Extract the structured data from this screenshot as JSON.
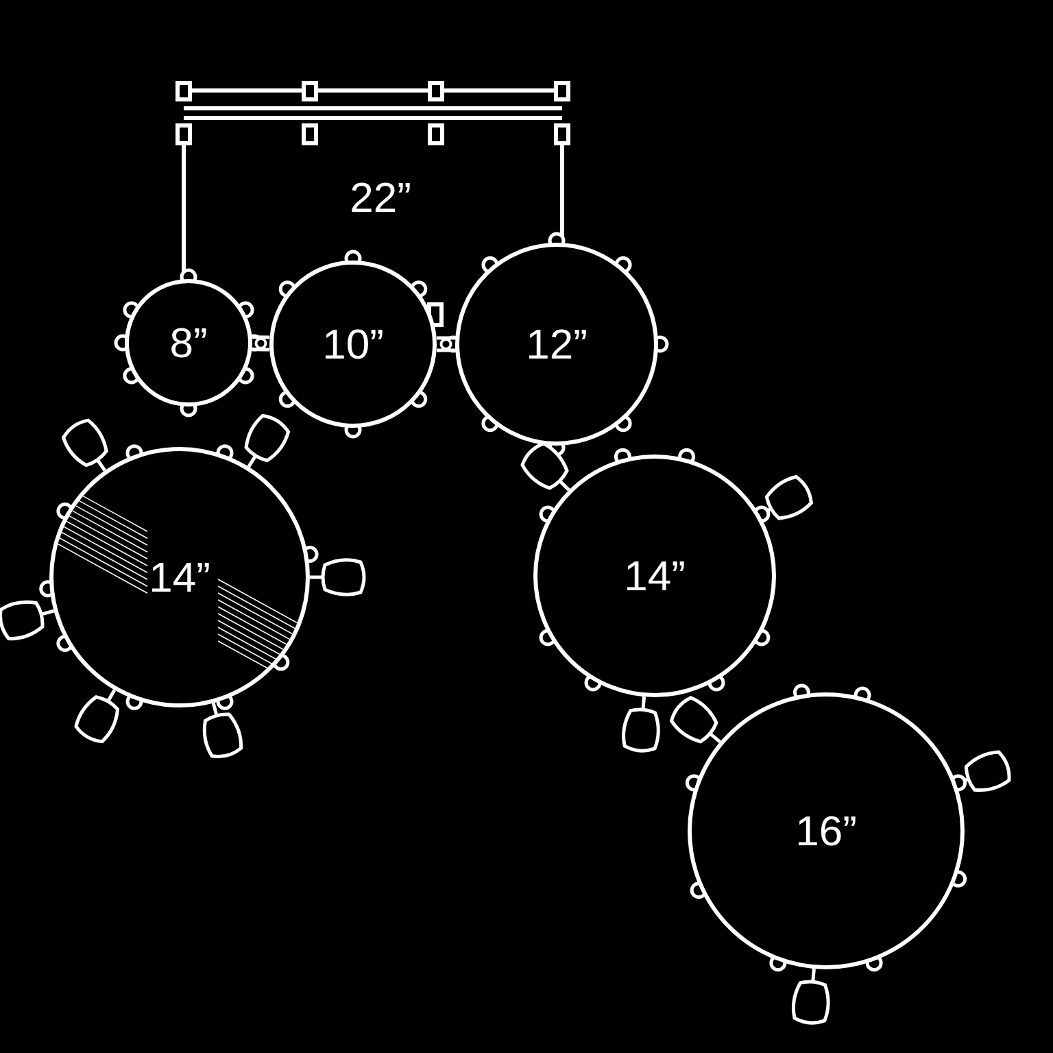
{
  "diagram": {
    "nodes": [
      {
        "text": [
          "8”"
        ]
      },
      {
        "text": [
          "10”"
        ]
      },
      {
        "text": [
          "12”"
        ]
      },
      {
        "text": [
          "14”"
        ]
      },
      {
        "text": [
          "14”"
        ]
      },
      {
        "text": [
          "16”"
        ]
      }
    ],
    "edges": [
      {
        "from": 0,
        "to": 1,
        "arrow": "none"
      },
      {
        "from": 1,
        "to": 2,
        "arrow": "none"
      }
    ],
    "labels": [
      "22”"
    ]
  }
}
